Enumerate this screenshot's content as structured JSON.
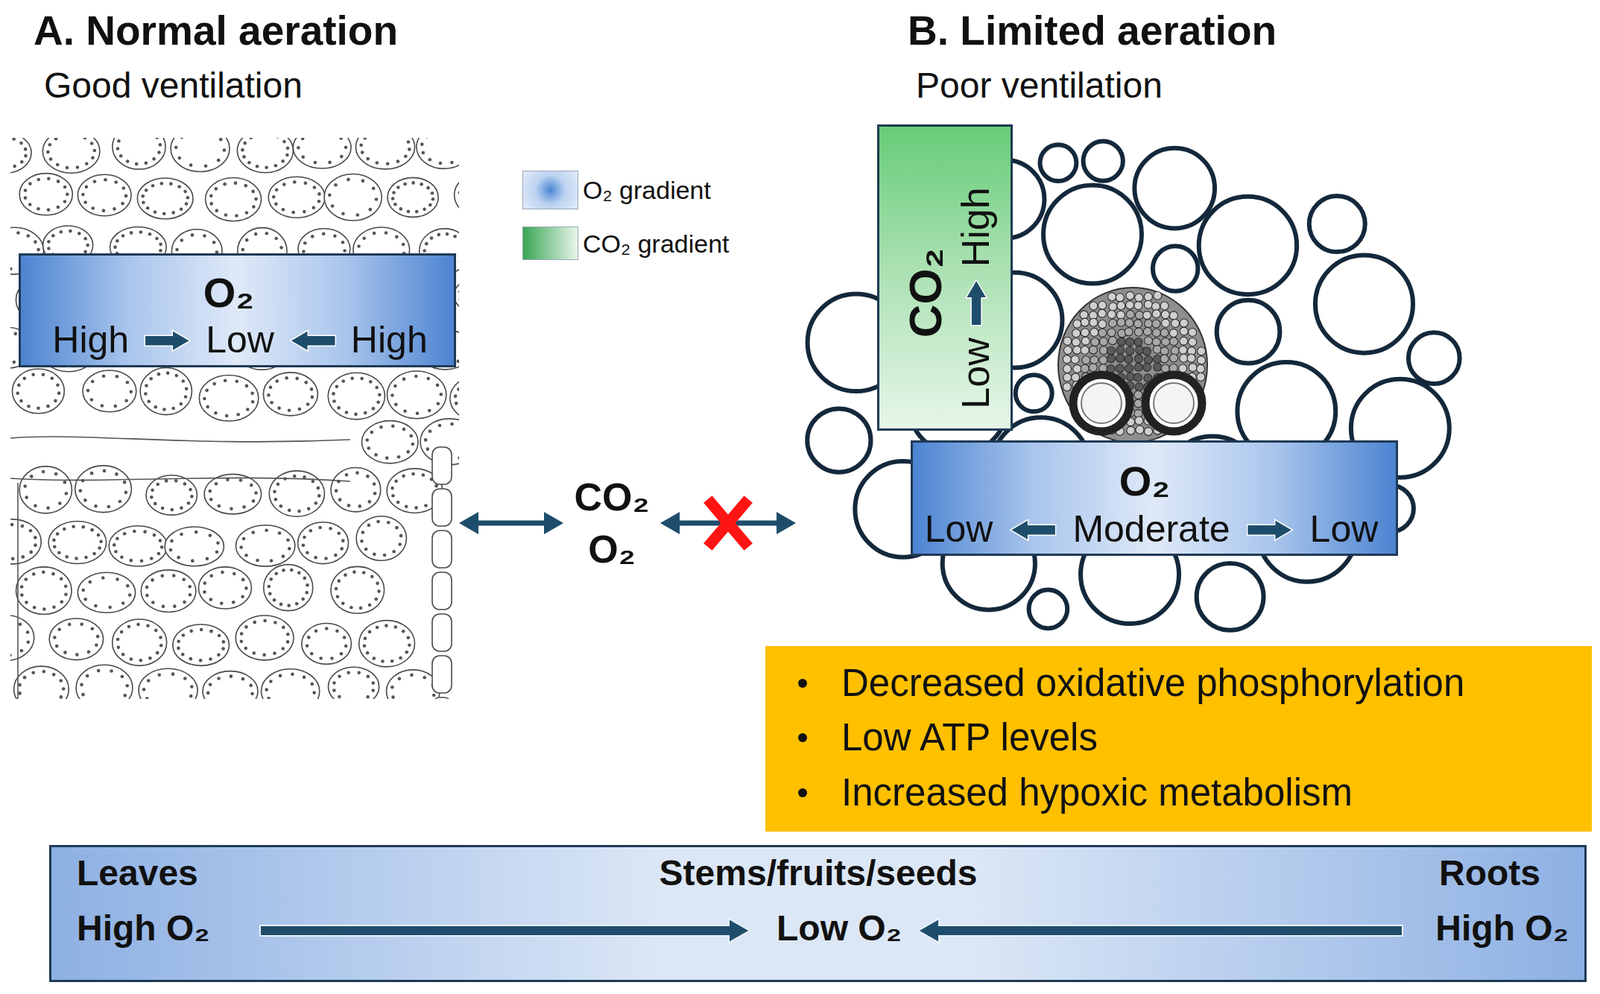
{
  "diagram": {
    "nodes": [
      {
        "text": [
          "A. Normal aeration",
          "Good ventilation"
        ]
      },
      {
        "text": [
          "O₂",
          "High",
          "Low",
          "High"
        ],
        "in": 0
      },
      {
        "text": [
          "CO₂ O₂"
        ]
      },
      {
        "text": [
          "B. Limited aeration",
          "Poor ventilation"
        ]
      },
      {
        "text": [
          "CO₂",
          "Low",
          "High"
        ],
        "in": 3
      },
      {
        "text": [
          "O₂",
          "Low",
          "Moderate",
          "Low"
        ],
        "in": 3
      },
      {
        "text": [
          "Decreased oxidative phosphorylation",
          "Low ATP levels",
          "Increased hypoxic metabolism"
        ]
      },
      {
        "text": [
          "Leaves",
          "High O₂",
          "Stems/fruits/seeds",
          "Low O₂",
          "Roots",
          "High O₂"
        ]
      }
    ],
    "edges": [
      {
        "from": 0,
        "to": 2,
        "arrow": "both"
      },
      {
        "from": 2,
        "to": 3,
        "arrow": "both"
      }
    ],
    "legend": [
      {
        "text": "O₂ gradient",
        "color": "#4a86d4"
      },
      {
        "text": "CO₂ gradient",
        "color": "#3aa655"
      }
    ]
  }
}
